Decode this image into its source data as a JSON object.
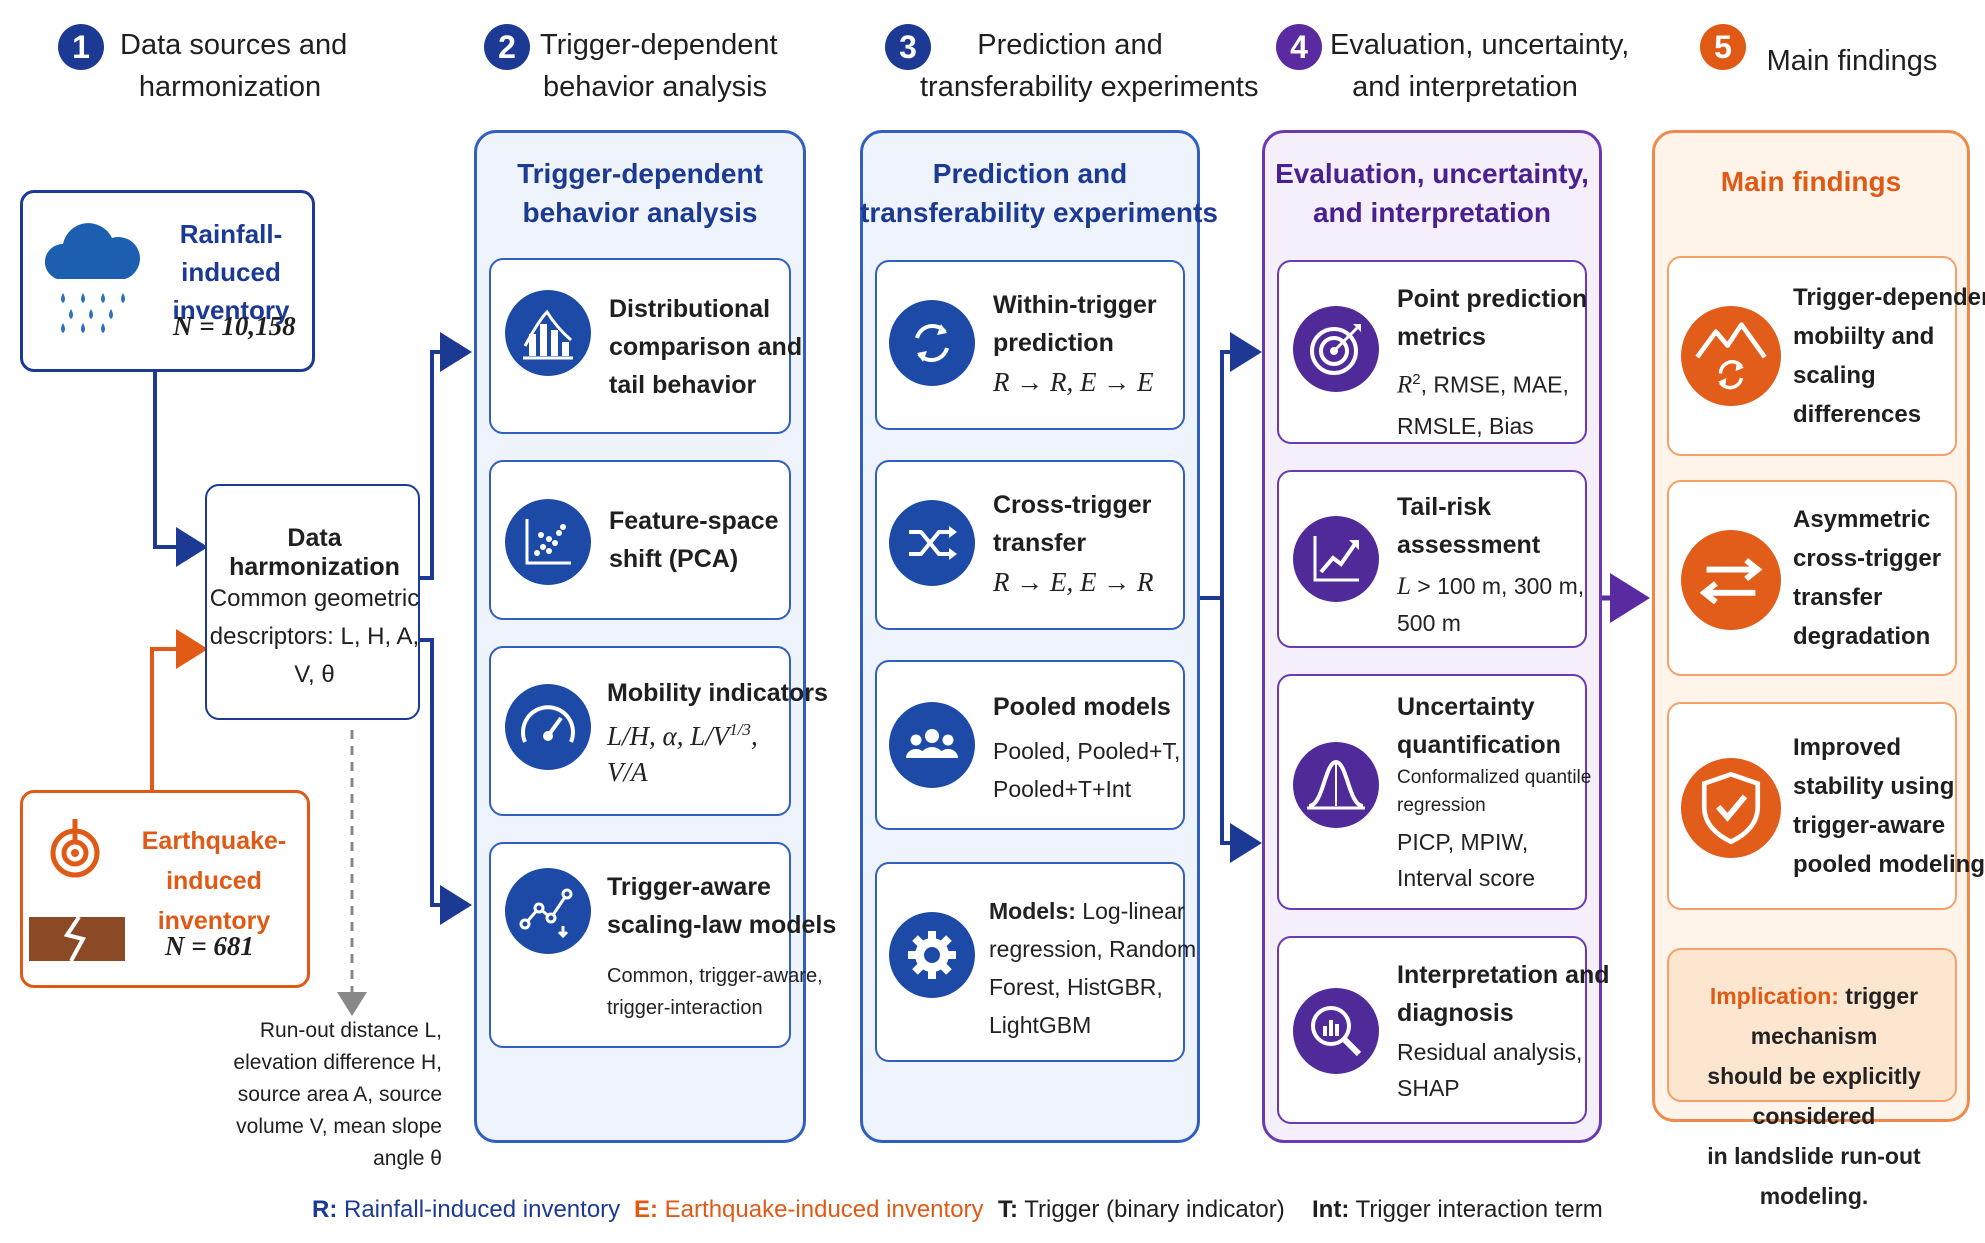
{
  "steps": [
    {
      "number": "1",
      "title_line1": "Data sources and",
      "title_line2": "harmonization"
    },
    {
      "number": "2",
      "title_line1": "Trigger-dependent",
      "title_line2": "behavior analysis"
    },
    {
      "number": "3",
      "title_line1": "Prediction and",
      "title_line2": "transferability experiments"
    },
    {
      "number": "4",
      "title_line1": "Evaluation, uncertainty,",
      "title_line2": "and interpretation"
    },
    {
      "number": "5",
      "title_line1": "Main findings",
      "title_line2": ""
    }
  ],
  "sources": {
    "rainfall": {
      "line1": "Rainfall-induced",
      "line2": "inventory",
      "count": "N = 10,158"
    },
    "earthquake": {
      "line1": "Earthquake-induced",
      "line2": "inventory",
      "count": "N = 681"
    },
    "harmonization": {
      "title": "Data harmonization",
      "line1": "Common geometric",
      "line2": "descriptors: L, H, A,",
      "line3": "V, θ"
    },
    "descriptors_note": [
      "Run-out distance L,",
      "elevation difference H,",
      "source area A, source",
      "volume V, mean slope",
      "angle θ"
    ]
  },
  "behavior": {
    "title_line1": "Trigger-dependent",
    "title_line2": "behavior analysis",
    "cards": [
      {
        "icon": "bar-chart-trend-icon",
        "lines": [
          "Distributional",
          "comparison and",
          "tail behavior"
        ]
      },
      {
        "icon": "scatter-plot-icon",
        "lines": [
          "Feature-space",
          "shift (PCA)"
        ]
      },
      {
        "icon": "speedometer-icon",
        "title": "Mobility indicators",
        "math1": "L/H, α, L/V",
        "sup": "1/3",
        "math1_tail": ",",
        "math2": "V/A"
      },
      {
        "icon": "line-chart-points-icon",
        "lines": [
          "Trigger-aware",
          "scaling-law models"
        ],
        "small1": "Common, trigger-aware,",
        "small2": "trigger-interaction"
      }
    ]
  },
  "prediction": {
    "title_line1": "Prediction and",
    "title_line2": "transferability experiments",
    "cards": [
      {
        "icon": "refresh-cycle-icon",
        "lines": [
          "Within-trigger",
          "prediction"
        ],
        "math": "R → R, E → E"
      },
      {
        "icon": "shuffle-icon",
        "lines": [
          "Cross-trigger",
          "transfer"
        ],
        "math": "R → E, E → R"
      },
      {
        "icon": "group-users-icon",
        "title": "Pooled models",
        "text1": "Pooled, Pooled+T,",
        "text2": "Pooled+T+Int"
      },
      {
        "icon": "gear-icon",
        "title": "Models:",
        "title_tail": " Log-linear",
        "text1": "regression, Random",
        "text2": "Forest, HistGBR,",
        "text3": "LightGBM"
      }
    ]
  },
  "evaluation": {
    "title_line1": "Evaluation, uncertainty,",
    "title_line2": "and interpretation",
    "cards": [
      {
        "icon": "target-icon",
        "lines": [
          "Point prediction",
          "metrics"
        ],
        "text1_pre": "R",
        "text1_sup": "2",
        "text1_post": ", RMSE, MAE,",
        "text2": "RMSLE, Bias"
      },
      {
        "icon": "rising-chart-icon",
        "lines": [
          "Tail-risk",
          "assessment"
        ],
        "math1": "L",
        "text1": " > 100 m, 300 m,",
        "text2": "500 m"
      },
      {
        "icon": "bell-curve-icon",
        "lines": [
          "Uncertainty",
          "quantification"
        ],
        "small1": "Conformalized quantile",
        "small2": "regression",
        "text1": "PICP, MPIW,",
        "text2": "Interval score"
      },
      {
        "icon": "magnifier-chart-icon",
        "lines": [
          "Interpretation and",
          "diagnosis"
        ],
        "text1": "Residual analysis,",
        "text2": "SHAP"
      }
    ]
  },
  "findings": {
    "title": "Main findings",
    "cards": [
      {
        "icon": "mountains-cycle-icon",
        "lines": [
          "Trigger-dependent",
          "mobiilty and",
          "scaling",
          "differences"
        ]
      },
      {
        "icon": "swap-arrows-icon",
        "lines": [
          "Asymmetric",
          "cross-trigger",
          "transfer",
          "degradation"
        ]
      },
      {
        "icon": "shield-check-icon",
        "lines": [
          "Improved",
          "stability using",
          "trigger-aware",
          "pooled modeling"
        ]
      }
    ],
    "implication_key": "Implication:",
    "implication_line1": " trigger mechanism",
    "implication_line2": "should be explicitly considered",
    "implication_line3": "in landslide run-out modeling."
  },
  "legend": [
    {
      "key": "R:",
      "text": "Rainfall-induced inventory",
      "color": "#1c3a94"
    },
    {
      "key": "E:",
      "text": "Earthquake-induced inventory",
      "color": "#e05a16"
    },
    {
      "key": "T:",
      "text": "Trigger (binary indicator)",
      "color": "#1f1f1f"
    },
    {
      "key": "Int:",
      "text": "Trigger interaction term",
      "color": "#1f1f1f"
    }
  ],
  "colors": {
    "navy": "#1c3a94",
    "purple": "#5a2aa0",
    "orange": "#e05a16",
    "blue_panel_bg": "#eef3fc",
    "purple_panel_bg": "#f4effb",
    "orange_panel_bg": "#fff4ea"
  }
}
